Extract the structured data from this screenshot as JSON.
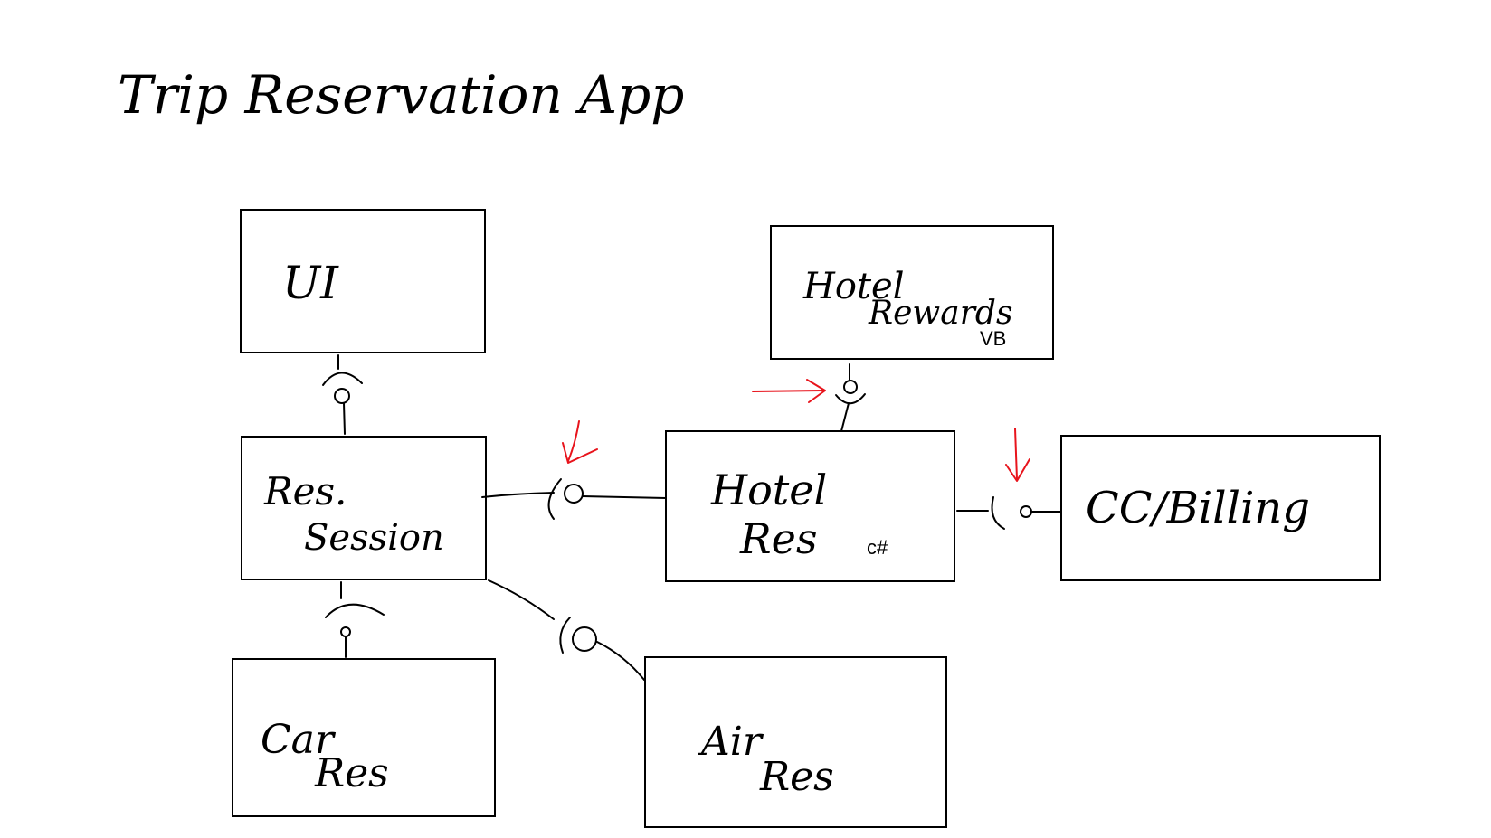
{
  "title": "Trip Reservation App",
  "colors": {
    "ink": "#000000",
    "annotation": "#e8141c",
    "background": "#ffffff"
  },
  "components": {
    "ui": {
      "label": "UI"
    },
    "res_session": {
      "label_line1": "Res.",
      "label_line2": "Session"
    },
    "hotel_rewards": {
      "label_line1": "Hotel",
      "label_line2": "Rewards",
      "tech": "VB"
    },
    "hotel_res": {
      "label_line1": "Hotel",
      "label_line2": "Res",
      "tech": "c#"
    },
    "cc_billing": {
      "label": "CC/Billing"
    },
    "car_res": {
      "label_line1": "Car",
      "label_line2": "Res"
    },
    "air_res": {
      "label_line1": "Air",
      "label_line2": "Res"
    }
  }
}
